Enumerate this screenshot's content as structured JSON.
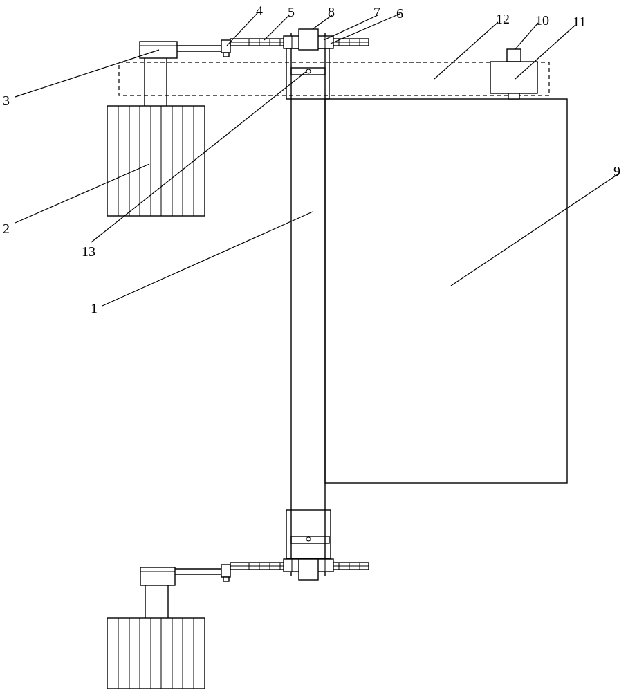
{
  "labels": {
    "p1": "1",
    "p2": "2",
    "p3": "3",
    "p4": "4",
    "p5": "5",
    "p6": "6",
    "p7": "7",
    "p8": "8",
    "p9": "9",
    "p10": "10",
    "p11": "11",
    "p12": "12",
    "p13": "13"
  }
}
